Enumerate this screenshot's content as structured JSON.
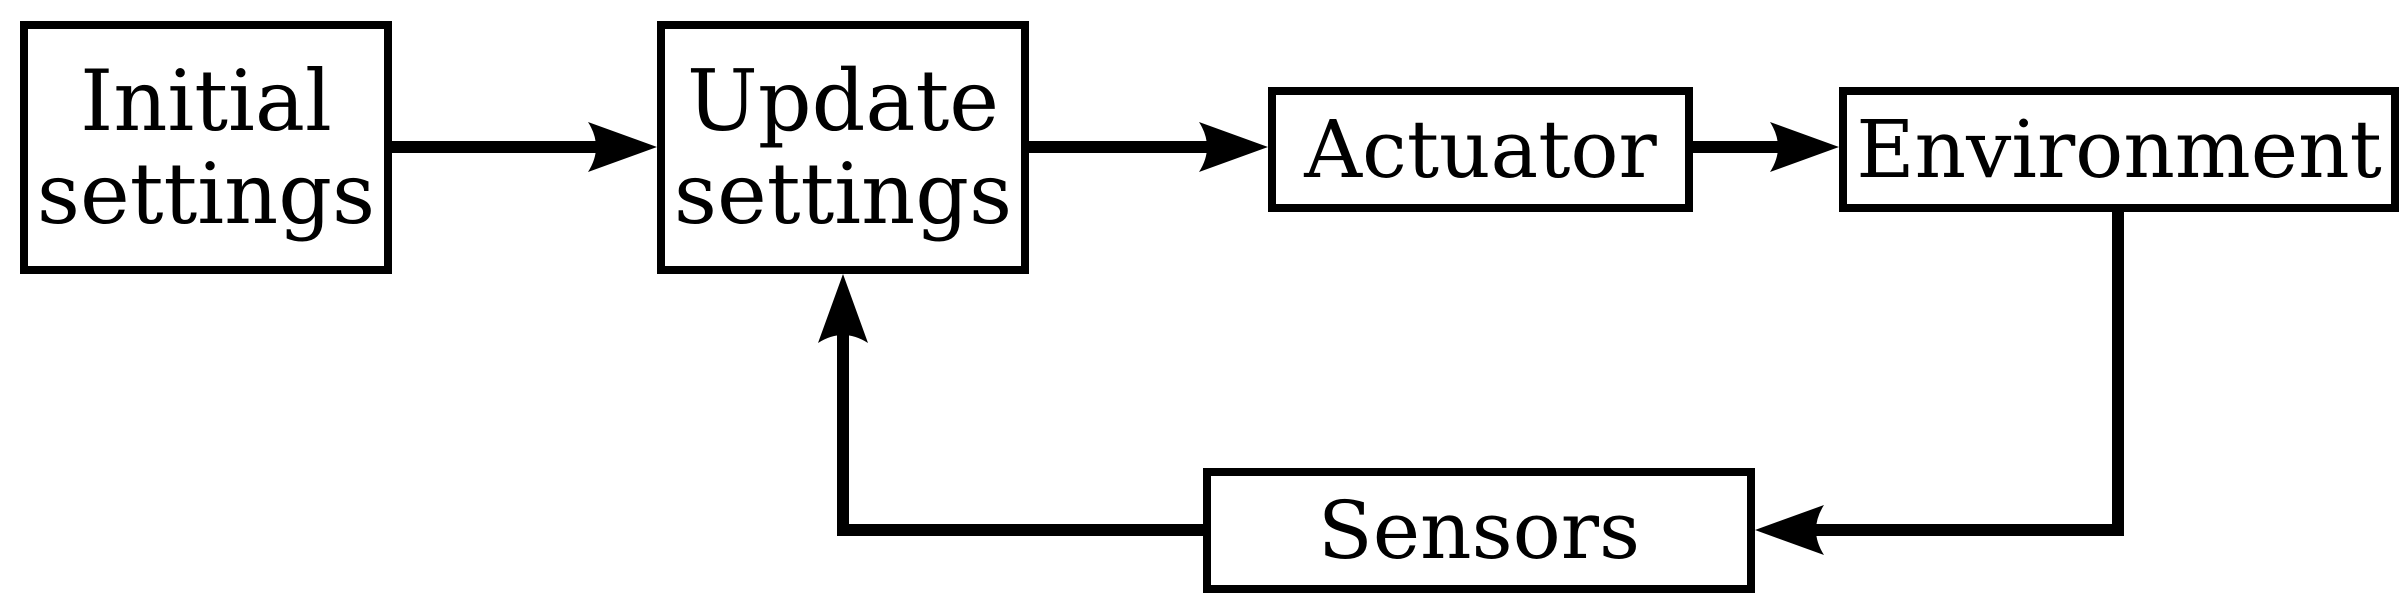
{
  "diagram": {
    "nodes": {
      "initial_settings": {
        "line1": "Initial",
        "line2": "settings"
      },
      "update_settings": {
        "line1": "Update",
        "line2": "settings"
      },
      "actuator": {
        "label": "Actuator"
      },
      "environment": {
        "label": "Environment"
      },
      "sensors": {
        "label": "Sensors"
      }
    },
    "edges": [
      {
        "from": "initial_settings",
        "to": "update_settings"
      },
      {
        "from": "update_settings",
        "to": "actuator"
      },
      {
        "from": "actuator",
        "to": "environment"
      },
      {
        "from": "environment",
        "to": "sensors"
      },
      {
        "from": "sensors",
        "to": "update_settings"
      }
    ],
    "colors": {
      "stroke": "#000000",
      "background": "#ffffff"
    }
  }
}
